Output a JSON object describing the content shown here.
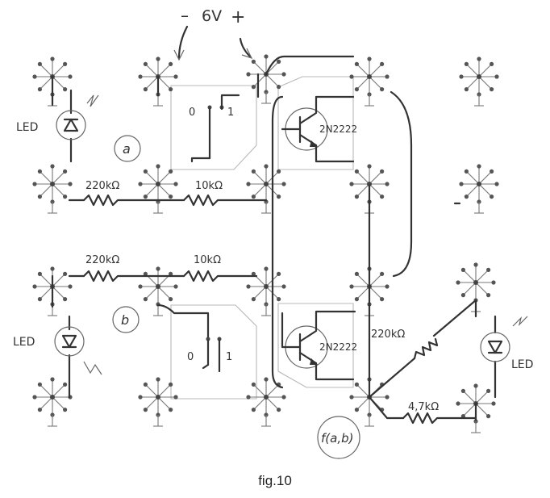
{
  "supply": {
    "minus": "–",
    "voltage": "6V",
    "plus": "+"
  },
  "inputs": {
    "a": "a",
    "b": "b",
    "f": "f(a,b)"
  },
  "switch_labels": {
    "off": "0",
    "on": "1"
  },
  "transistors": {
    "top": "2N2222",
    "bottom": "2N2222"
  },
  "resistors": {
    "top_left": "220kΩ",
    "top_right": "10kΩ",
    "mid_left": "220kΩ",
    "mid_right": "10kΩ",
    "diag": "220kΩ",
    "bottom": "4,7kΩ"
  },
  "leds": {
    "top_left": "LED",
    "bottom_left": "LED",
    "right": "LED"
  },
  "caption": "fig.10",
  "colors": {
    "ink": "#333333",
    "panel": "#b8b8b8",
    "background": "#ffffff"
  }
}
